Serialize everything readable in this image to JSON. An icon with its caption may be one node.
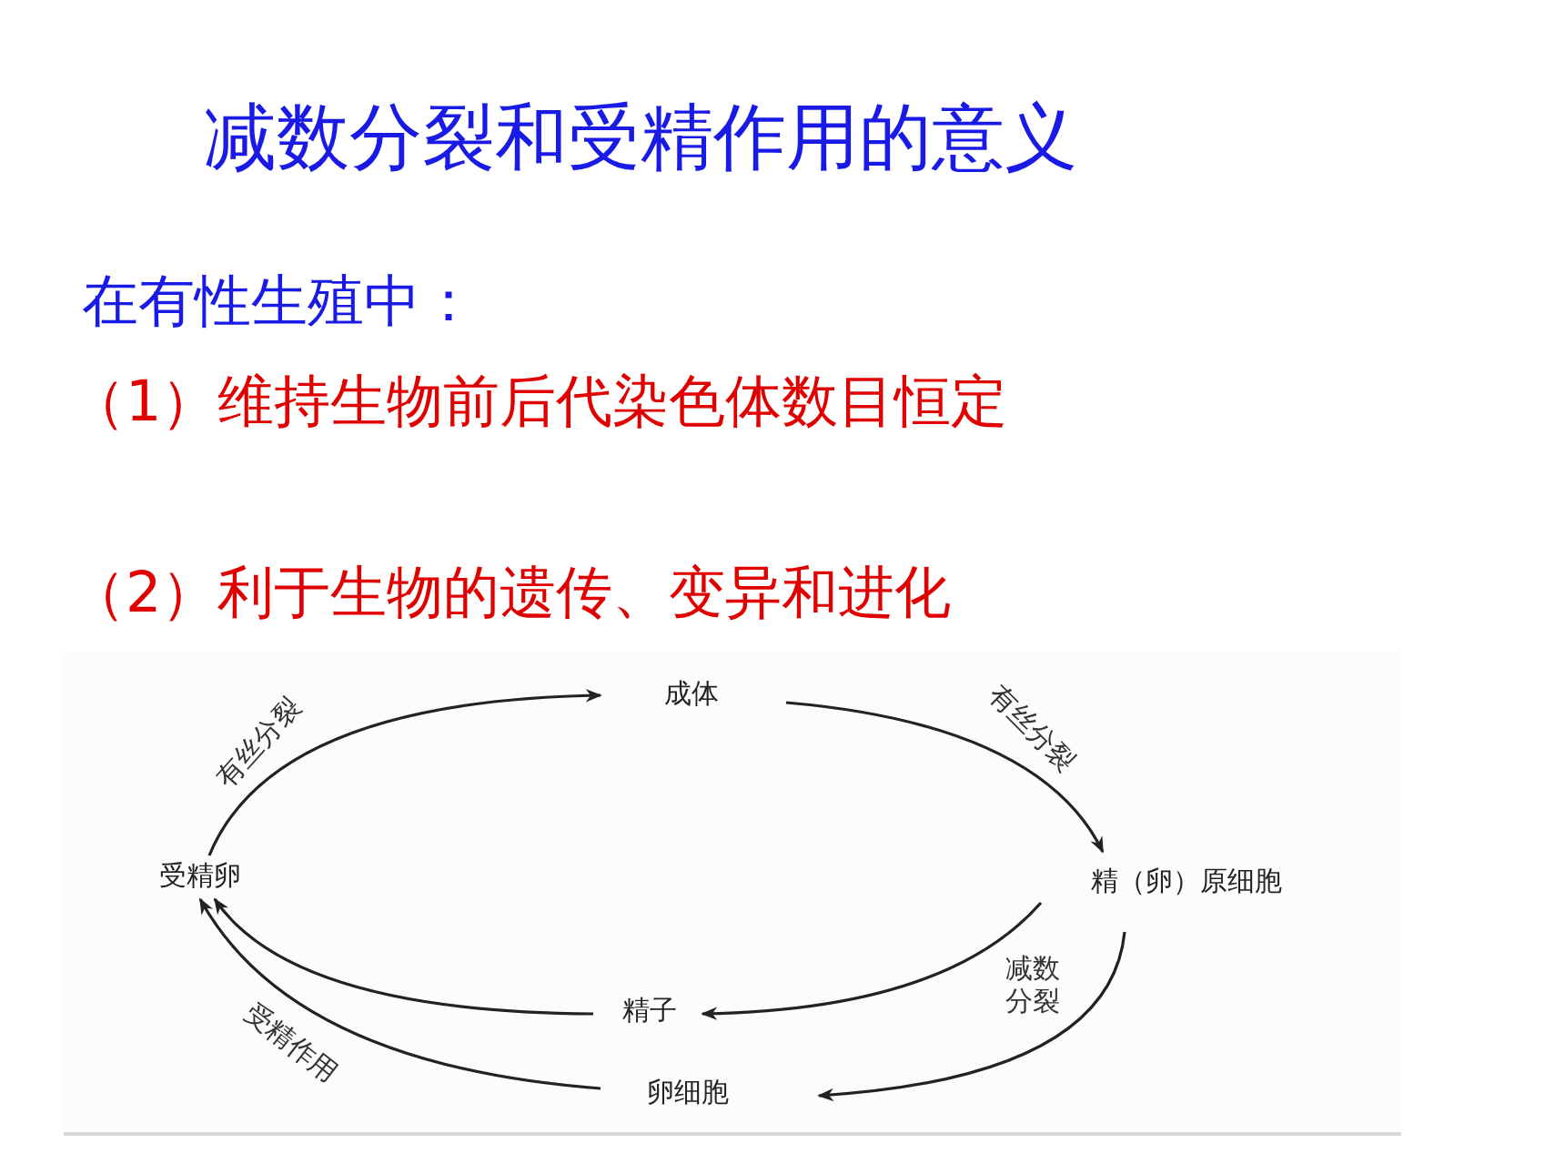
{
  "diagram": {
    "title": "减数分裂和受精作用的意义",
    "nodes": [
      {
        "text": [
          "成体"
        ]
      },
      {
        "text": [
          "精（卵）原细胞"
        ]
      },
      {
        "text": [
          "精子"
        ]
      },
      {
        "text": [
          "卵细胞"
        ]
      },
      {
        "text": [
          "受精卵"
        ]
      }
    ],
    "edges": [
      {
        "from": 4,
        "to": 0,
        "arrow": "to",
        "label": "有丝分裂"
      },
      {
        "from": 0,
        "to": 1,
        "arrow": "to",
        "label": "有丝分裂"
      },
      {
        "from": 1,
        "to": 2,
        "arrow": "to"
      },
      {
        "from": 1,
        "to": 3,
        "arrow": "to",
        "label": "减数分裂"
      },
      {
        "from": 2,
        "to": 4,
        "arrow": "to"
      },
      {
        "from": 3,
        "to": 4,
        "arrow": "to",
        "label": "受精作用"
      }
    ],
    "labels": [
      "在有性生殖中：",
      "（1）维持生物前后代染色体数目恒定",
      "（2）利于生物的遗传、变异和进化"
    ]
  }
}
